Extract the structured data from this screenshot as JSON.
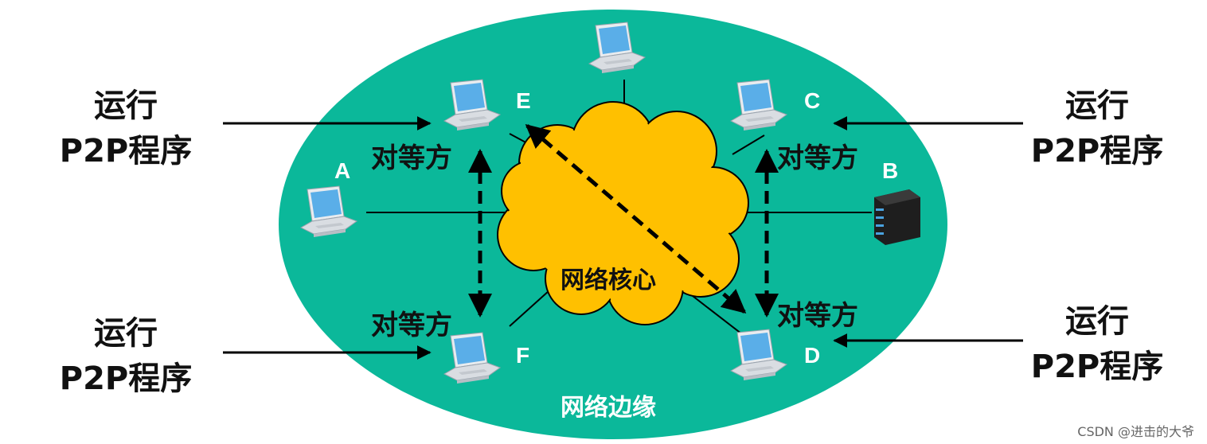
{
  "diagram": {
    "core_label": "网络核心",
    "edge_label": "网络边缘",
    "peer_label": "对等方",
    "run_label_line1": "运行",
    "run_label_line2": "P2P程序",
    "nodes": {
      "a": "A",
      "b": "B",
      "c": "C",
      "d": "D",
      "e": "E",
      "f": "F"
    },
    "watermark": "CSDN @进击的大爷"
  },
  "colors": {
    "edge_ellipse": "#0bb89a",
    "core_cloud": "#ffc000",
    "arrow": "#000000",
    "laptop_screen": "#5aaee8",
    "laptop_body": "#d9dde2",
    "server": "#1e1e1e"
  }
}
